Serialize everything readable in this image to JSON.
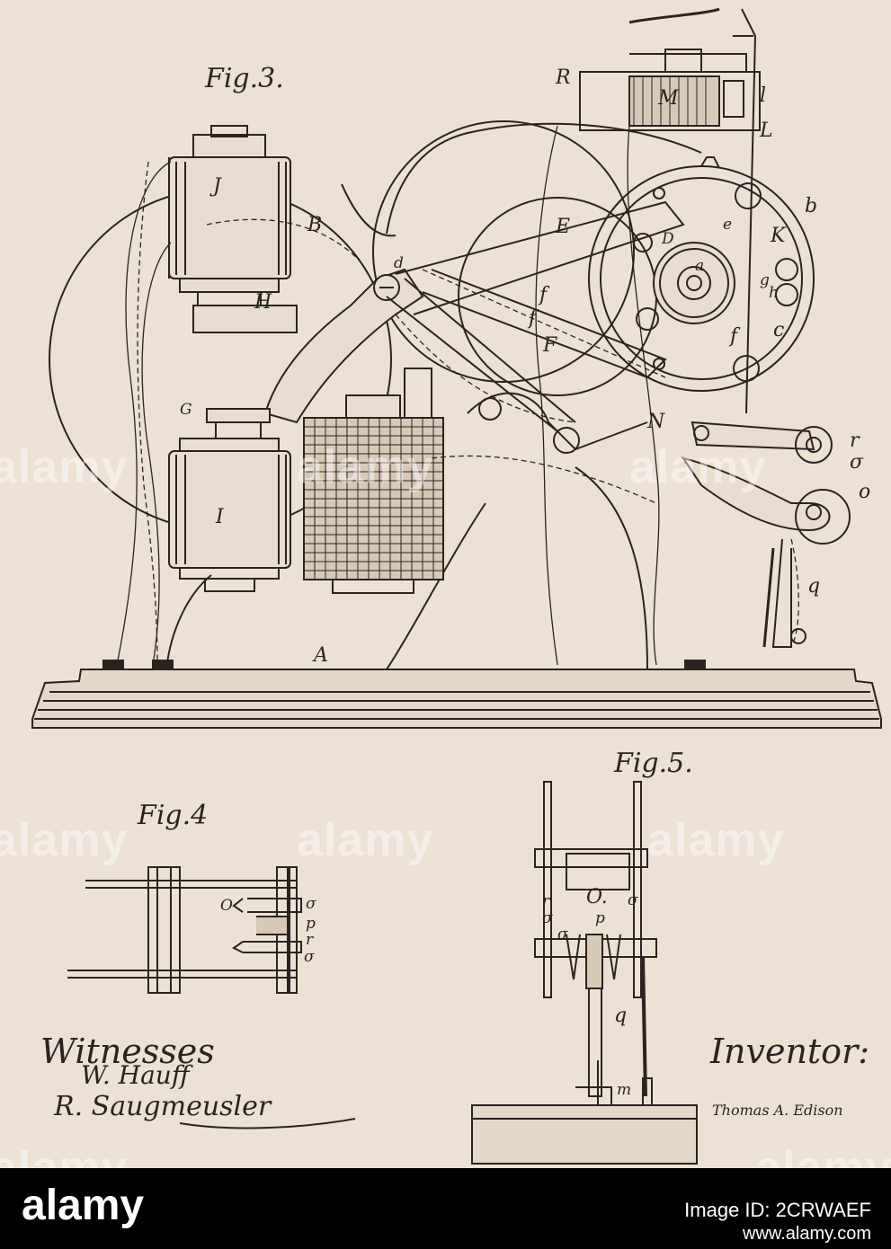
{
  "figures": {
    "fig3": "Fig.3.",
    "fig4": "Fig.4",
    "fig5": "Fig.5."
  },
  "labels": {
    "R": "R",
    "M": "M",
    "l": "l",
    "L": "L",
    "J": "J",
    "B": "B",
    "E": "E",
    "b": "b",
    "D": "D",
    "e": "e",
    "K": "K",
    "d": "d",
    "a": "a",
    "g": "g",
    "h": "h",
    "c": "c",
    "f1": "f",
    "f2": "f",
    "F": "F",
    "H": "H",
    "G": "G",
    "N": "N",
    "r": "r",
    "s": "σ",
    "o": "o",
    "q": "q",
    "I": "I",
    "A": "A"
  },
  "fig4_labels": {
    "O": "O",
    "s1": "σ",
    "p": "p",
    "r": "r",
    "s2": "σ"
  },
  "fig5_labels": {
    "r": "r",
    "O": "O.",
    "s1": "σ",
    "p": "p",
    "s2": "σ",
    "s3": "σ",
    "q": "q",
    "m": "m"
  },
  "signatures": {
    "witnesses_heading": "Witnesses",
    "witness_1": "W. Hauff",
    "witness_2": "R. Saugmeusler",
    "inventor_heading": "Inventor:",
    "inventor_name": "Thomas A. Edison"
  },
  "watermark": "alamy",
  "footer": {
    "brand": "alamy",
    "image_id": "Image ID: 2CRWAEF",
    "site": "www.alamy.com"
  },
  "colors": {
    "paper": "#ebe1d5",
    "ink": "#2a2420",
    "footer_bg": "#000000",
    "footer_text": "#ffffff"
  }
}
